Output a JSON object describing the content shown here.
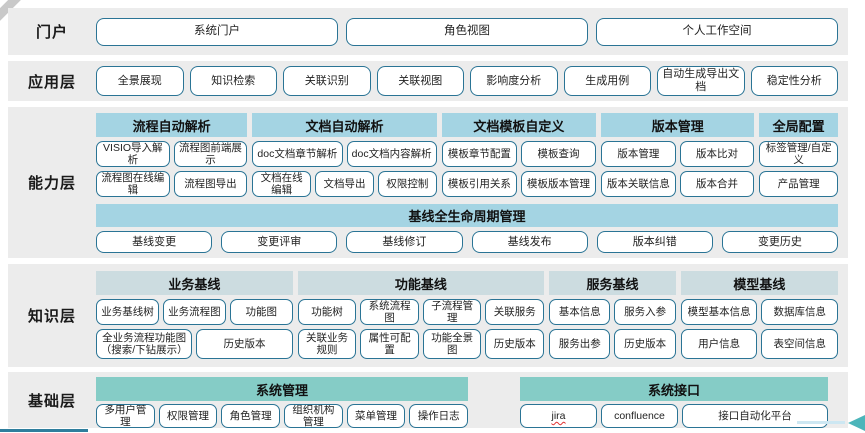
{
  "colors": {
    "band_bg": "#ececec",
    "chip_blue": "#a4d4e3",
    "chip_gray": "#ccdce0",
    "chip_teal": "#85ccc6",
    "button_border": "#2a7495",
    "accent_arrow": "#4cb5ba"
  },
  "portal": {
    "label": "门户",
    "buttons": [
      "系统门户",
      "角色视图",
      "个人工作空间"
    ]
  },
  "app_layer": {
    "label": "应用层",
    "buttons": [
      "全景展现",
      "知识检索",
      "关联识别",
      "关联视图",
      "影响度分析",
      "生成用例",
      "自动生成导出文档",
      "稳定性分析"
    ]
  },
  "capability_layer": {
    "label": "能力层",
    "groups": [
      {
        "title": "流程自动解析",
        "rows": [
          [
            "VISIO导入解析",
            "流程图前端展示"
          ],
          [
            "流程图在线编辑",
            "流程图导出"
          ]
        ]
      },
      {
        "title": "文档自动解析",
        "rows": [
          [
            "doc文档章节解析",
            "doc文档内容解析"
          ],
          [
            "文档在线编辑",
            "文档导出",
            "权限控制"
          ]
        ]
      },
      {
        "title": "文档模板自定义",
        "rows": [
          [
            "模板章节配置",
            "模板查询"
          ],
          [
            "模板引用关系",
            "模板版本管理"
          ]
        ]
      },
      {
        "title": "版本管理",
        "rows": [
          [
            "版本管理",
            "版本比对"
          ],
          [
            "版本关联信息",
            "版本合并"
          ]
        ]
      },
      {
        "title": "全局配置",
        "rows": [
          [
            "标签管理/自定义"
          ],
          [
            "产品管理"
          ]
        ]
      }
    ],
    "baseline": {
      "title": "基线全生命周期管理",
      "buttons": [
        "基线变更",
        "变更评审",
        "基线修订",
        "基线发布",
        "版本纠错",
        "变更历史"
      ]
    }
  },
  "knowledge_layer": {
    "label": "知识层",
    "groups": [
      {
        "title": "业务基线",
        "rows": [
          [
            "业务基线树",
            "业务流程图",
            "功能图"
          ],
          [
            "全业务流程功能图（搜索/下钻展示）",
            "历史版本"
          ]
        ]
      },
      {
        "title": "功能基线",
        "rows": [
          [
            "功能树",
            "系统流程图",
            "子流程管理",
            "关联服务"
          ],
          [
            "关联业务规则",
            "属性可配置",
            "功能全景图",
            "历史版本"
          ]
        ]
      },
      {
        "title": "服务基线",
        "rows": [
          [
            "基本信息",
            "服务入参"
          ],
          [
            "服务出参",
            "历史版本"
          ]
        ]
      },
      {
        "title": "模型基线",
        "rows": [
          [
            "模型基本信息",
            "数据库信息"
          ],
          [
            "用户信息",
            "表空间信息"
          ]
        ]
      }
    ]
  },
  "base_layer": {
    "label": "基础层",
    "groups": [
      {
        "title": "系统管理",
        "buttons": [
          "多用户管理",
          "权限管理",
          "角色管理",
          "组织机构管理",
          "菜单管理",
          "操作日志"
        ]
      },
      {
        "title": "系统接口",
        "buttons": [
          "jira",
          "confluence",
          "接口自动化平台"
        ]
      }
    ]
  }
}
